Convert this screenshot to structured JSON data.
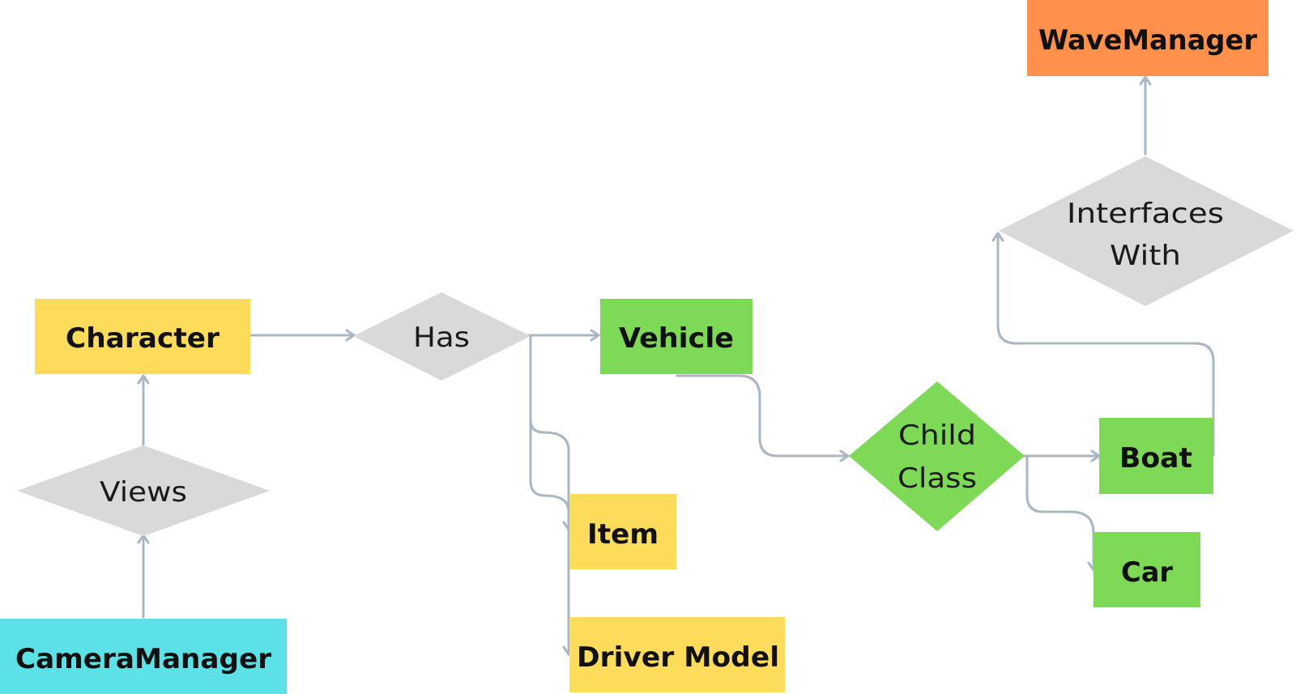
{
  "colors": {
    "character_fill": "#fddc5c",
    "item_fill": "#fddc5c",
    "driver_model_fill": "#fddc5c",
    "vehicle_fill": "#7ed957",
    "boat_fill": "#7ed957",
    "car_fill": "#7ed957",
    "child_class_fill": "#7ed957",
    "camera_manager_fill": "#5ce1e6",
    "wave_manager_fill": "#ff914d",
    "decision_fill": "#d9d9d9",
    "connector": "#a9b7c3"
  },
  "nodes": {
    "wave_manager": "WaveManager",
    "interfaces_with_line1": "Interfaces",
    "interfaces_with_line2": "With",
    "character": "Character",
    "has": "Has",
    "vehicle": "Vehicle",
    "views": "Views",
    "child_class_line1": "Child",
    "child_class_line2": "Class",
    "boat": "Boat",
    "item": "Item",
    "car": "Car",
    "camera_manager": "CameraManager",
    "driver_model": "Driver Model"
  }
}
